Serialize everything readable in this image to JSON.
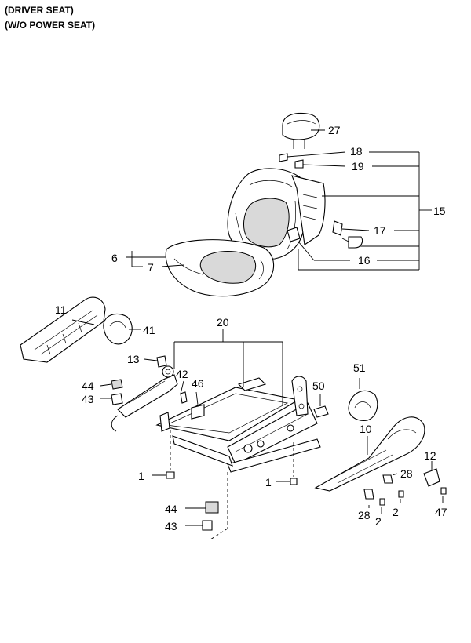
{
  "header": {
    "line1": "(DRIVER SEAT)",
    "line2": "(W/O POWER SEAT)"
  },
  "callouts": [
    "27",
    "18",
    "19",
    "15",
    "17",
    "16",
    "6",
    "7",
    "11",
    "41",
    "20",
    "13",
    "42",
    "46",
    "44",
    "43",
    "50",
    "51",
    "10",
    "12",
    "28",
    "1",
    "2",
    "47"
  ]
}
